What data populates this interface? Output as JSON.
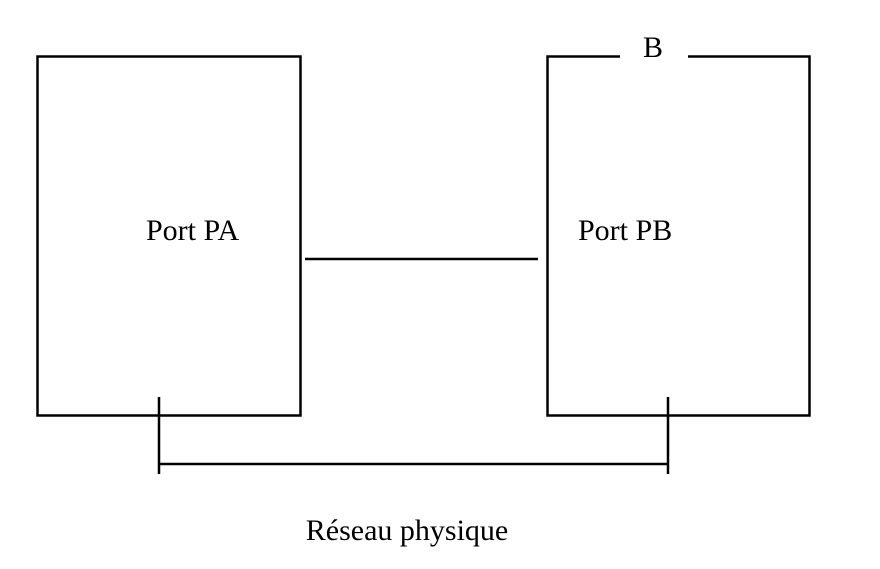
{
  "diagram": {
    "box_a": {
      "label": "Port PA"
    },
    "box_b": {
      "title": "B",
      "label": "Port PB"
    },
    "network": {
      "label": "Réseau physique"
    }
  },
  "colors": {
    "stroke": "#000000",
    "background": "#ffffff"
  }
}
